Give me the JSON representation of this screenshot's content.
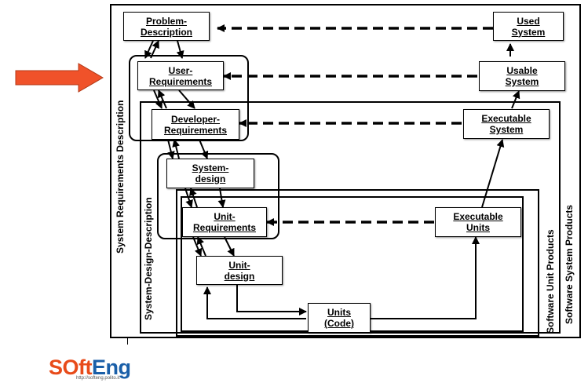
{
  "boxes": {
    "problem_description": "Problem-\nDescription",
    "user_requirements": "User-\nRequirements",
    "developer_requirements": "Developer-\nRequirements",
    "system_design": "System-\ndesign",
    "unit_requirements": "Unit-\nRequirements",
    "unit_design": "Unit-\ndesign",
    "units_code": "Units\n(Code)",
    "executable_units": "Executable\nUnits",
    "executable_system": "Executable\nSystem",
    "usable_system": "Usable\nSystem",
    "used_system": "Used\nSystem"
  },
  "labels": {
    "system_requirements_description": "System Requirements Description",
    "system_design_description": "System-Design-Description",
    "software_unit_products": "Software Unit Products",
    "software_system_products": "Software System Products"
  },
  "logo": {
    "part1": "SOft",
    "part2": "Eng",
    "url": "http://softeng.polito.it"
  },
  "colors": {
    "pointer_arrow": "#f0522a",
    "logo_primary": "#e84b1a",
    "logo_secondary": "#1a5fa8"
  }
}
